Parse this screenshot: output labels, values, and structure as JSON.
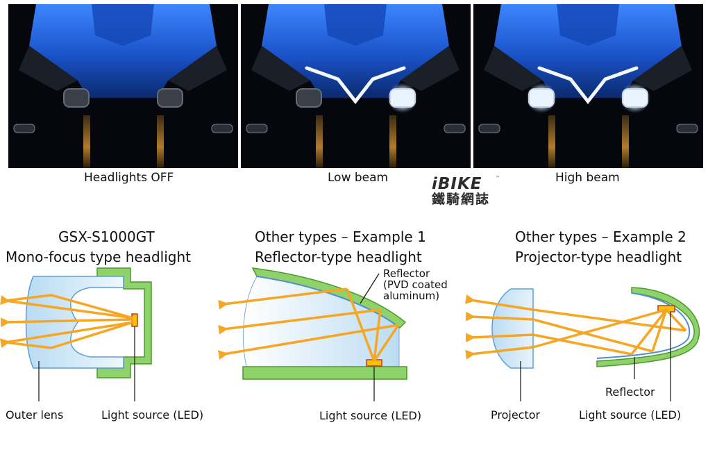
{
  "photos": [
    {
      "caption": "Headlights OFF"
    },
    {
      "caption": "Low beam"
    },
    {
      "caption": "High beam"
    }
  ],
  "logo": {
    "main": "iBIKE",
    "chinese": "鐵騎網誌",
    "tm": "™"
  },
  "diagrams": [
    {
      "title_line1": "GSX-S1000GT",
      "title_line2": "Mono-focus type headlight",
      "labels": {
        "outer_lens": "Outer lens",
        "light_source": "Light source (LED)"
      }
    },
    {
      "title_line1": "Other types – Example 1",
      "title_line2": "Reflector-type headlight",
      "labels": {
        "reflector_line1": "Reflector",
        "reflector_line2": "(PVD coated",
        "reflector_line3": "aluminum)",
        "light_source": "Light source (LED)"
      }
    },
    {
      "title_line1": "Other types – Example 2",
      "title_line2": "Projector-type headlight",
      "labels": {
        "projector": "Projector",
        "reflector": "Reflector",
        "light_source": "Light source (LED)"
      }
    }
  ],
  "colors": {
    "beam": "#f5a623",
    "housing_green": "#8fd16a",
    "lens_blue": "#cfe6f5",
    "fairing_blue": "#1f5fd8"
  }
}
